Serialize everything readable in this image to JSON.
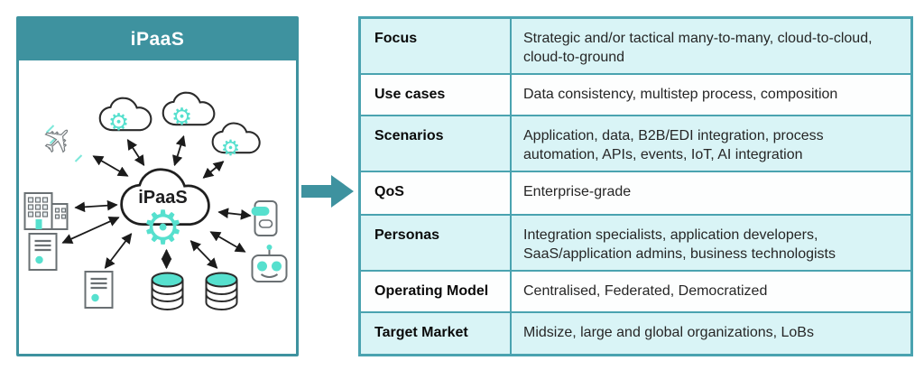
{
  "left_panel": {
    "header_title": "iPaaS",
    "diagram": {
      "center_label": "iPaaS",
      "nodes": [
        "cloud-gear",
        "cloud-gear",
        "cloud-gear",
        "airplane",
        "building",
        "document",
        "document",
        "database",
        "database",
        "chat-phone",
        "robot"
      ],
      "icon_glyphs": {
        "gear": "⚙",
        "airplane": "✈"
      }
    }
  },
  "connector": {
    "shape": "block-arrow-right"
  },
  "table": {
    "rows": [
      {
        "label": "Focus",
        "value": "Strategic and/or tactical many-to-many, cloud-to-cloud, cloud-to-ground"
      },
      {
        "label": "Use cases",
        "value": "Data consistency, multistep process, composition"
      },
      {
        "label": "Scenarios",
        "value": "Application, data, B2B/EDI integration, process automation, APIs, events, IoT, AI integration"
      },
      {
        "label": "QoS",
        "value": "Enterprise-grade"
      },
      {
        "label": "Personas",
        "value": "Integration specialists, application developers, SaaS/application admins, business technologists"
      },
      {
        "label": "Operating Model",
        "value": "Centralised, Federated, Democratized"
      },
      {
        "label": "Target Market",
        "value": "Midsize, large and global organizations, LoBs"
      }
    ]
  },
  "colors": {
    "teal": "#3E929F",
    "table_border_teal": "#4AA3B0",
    "row_highlight_cyan": "#D9F4F6",
    "accent_turquoise": "#56E0CE",
    "diagram_outline_gray": "#6A7073",
    "text_dark": "#1E1E1E"
  }
}
